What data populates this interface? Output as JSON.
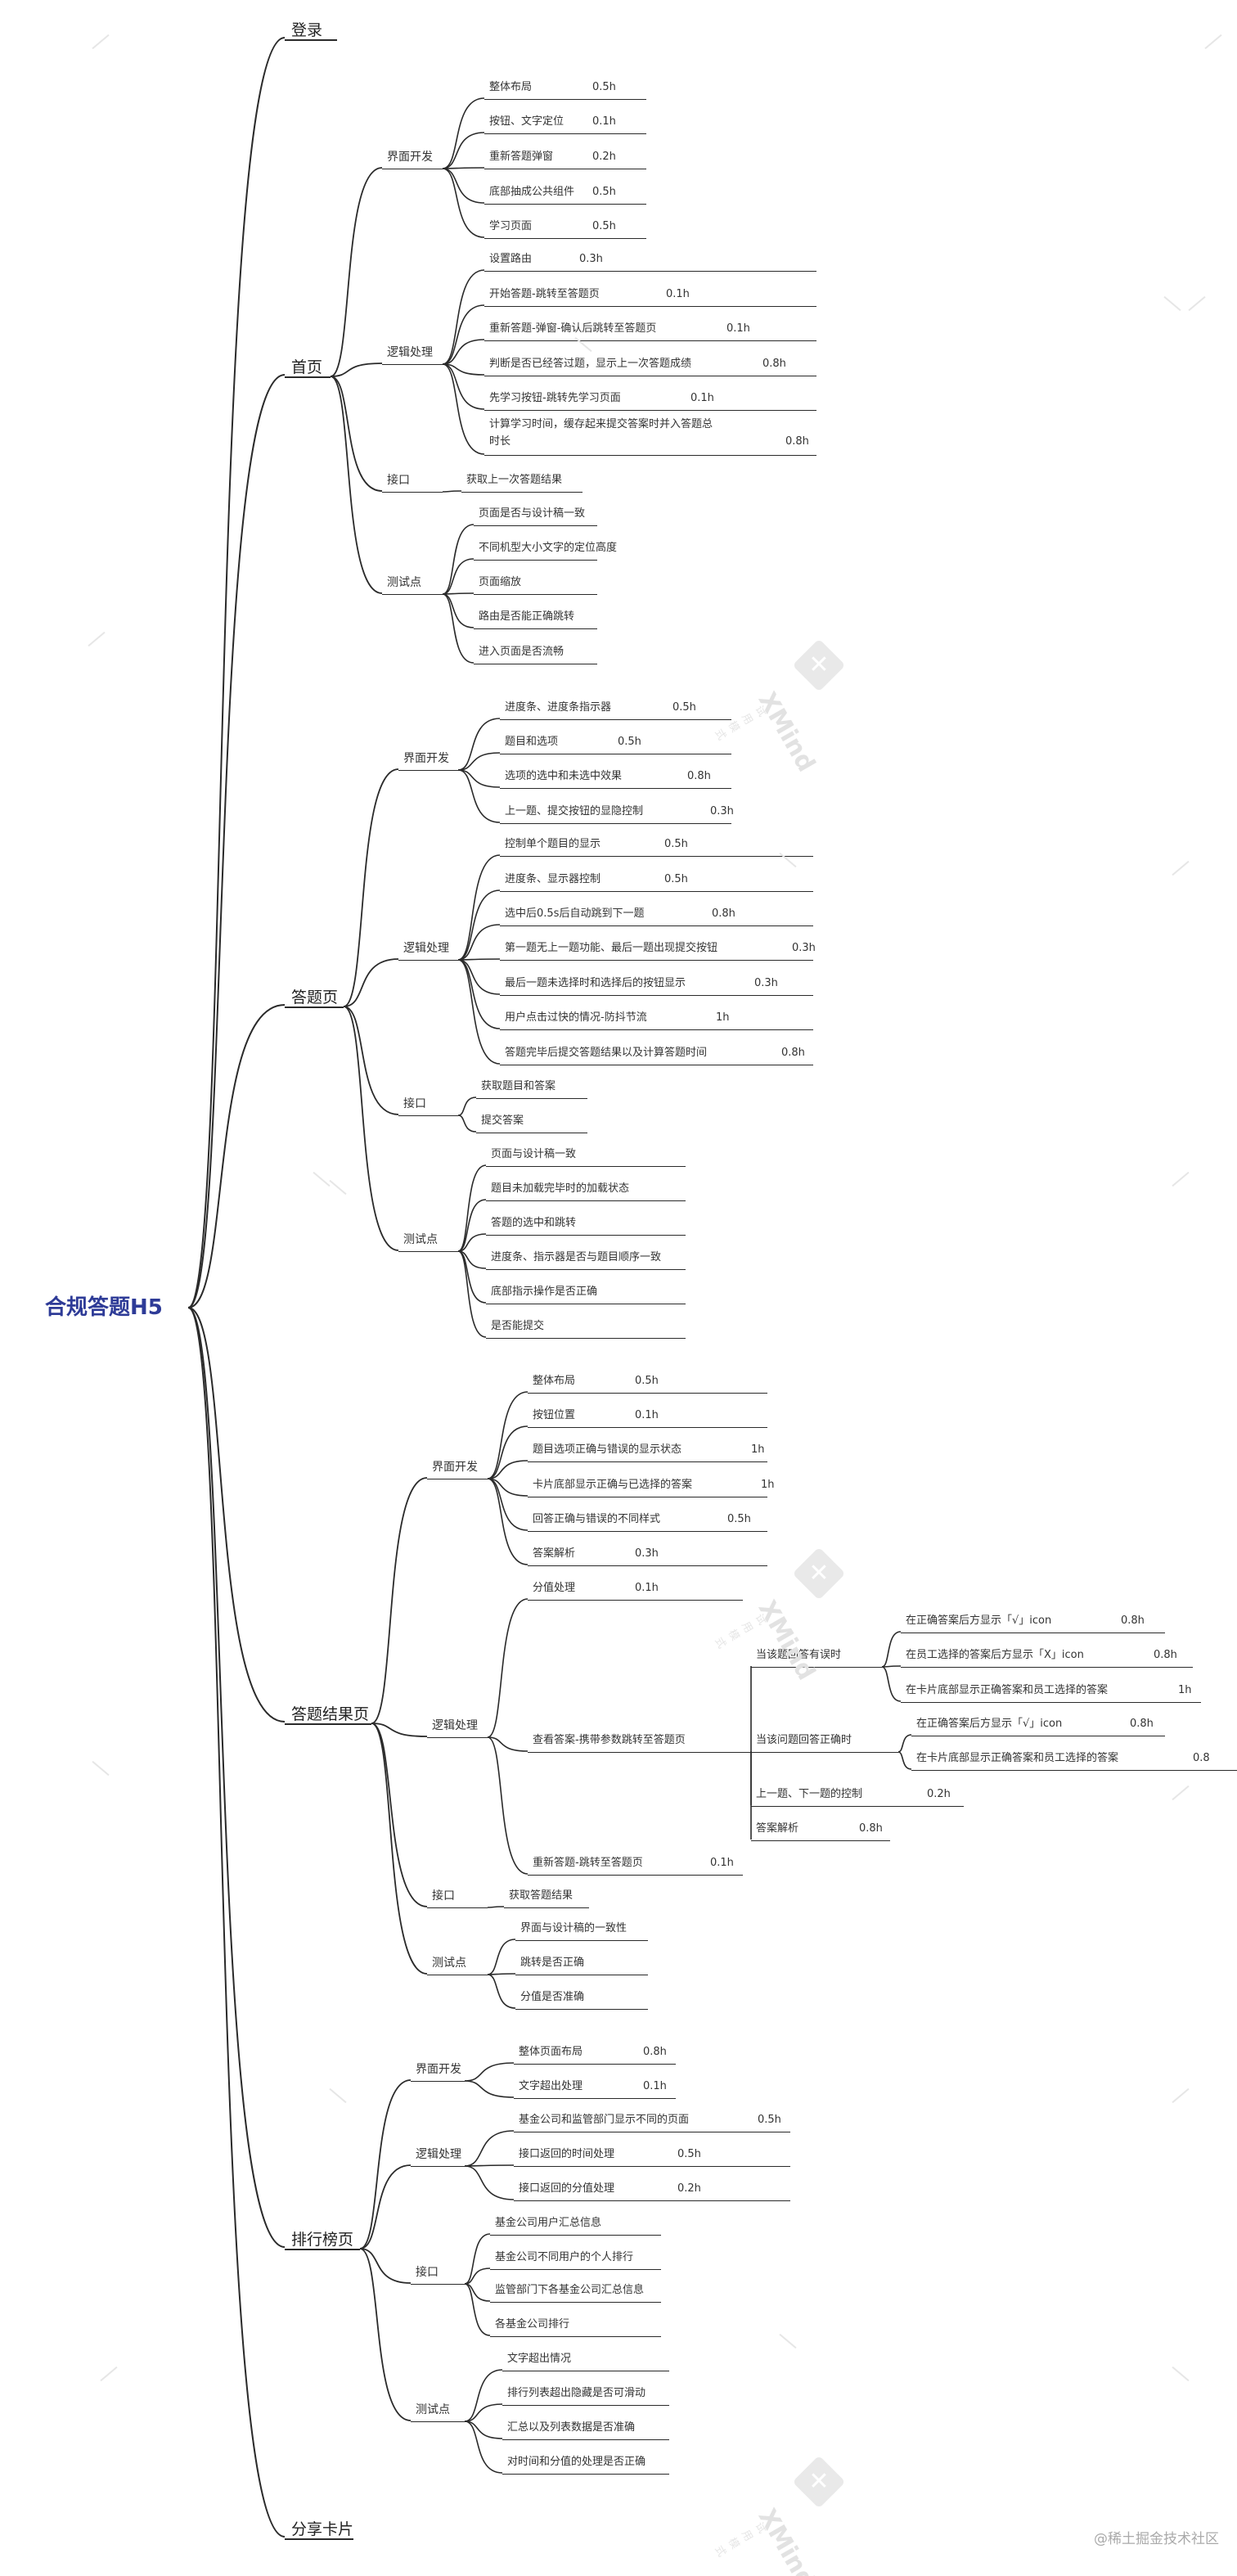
{
  "root": "合规答题H5",
  "watermark": {
    "text": "XMind",
    "sub": "试用模式"
  },
  "footer": "@稀土掘金技术社区",
  "colors": {
    "root": "#2e3b97",
    "line": "#2a2a2a",
    "text": "#333333",
    "watermark": "#e2e2e2"
  },
  "sections": [
    {
      "label": "登录",
      "groups": []
    },
    {
      "label": "首页",
      "groups": [
        {
          "label": "界面开发",
          "items": [
            {
              "label": "整体布局",
              "est": "0.5h"
            },
            {
              "label": "按钮、文字定位",
              "est": "0.1h"
            },
            {
              "label": "重新答题弹窗",
              "est": "0.2h"
            },
            {
              "label": "底部抽成公共组件",
              "est": "0.5h"
            },
            {
              "label": "学习页面",
              "est": "0.5h"
            }
          ]
        },
        {
          "label": "逻辑处理",
          "items": [
            {
              "label": "设置路由",
              "est": "0.3h"
            },
            {
              "label": "开始答题-跳转至答题页",
              "est": "0.1h"
            },
            {
              "label": "重新答题-弹窗-确认后跳转至答题页",
              "est": "0.1h"
            },
            {
              "label": "判断是否已经答过题，显示上一次答题成绩",
              "est": "0.8h"
            },
            {
              "label": "先学习按钮-跳转先学习页面",
              "est": "0.1h"
            },
            {
              "label": "计算学习时间，缓存起来提交答案时并入答题总",
              "label2": "时长",
              "est": "0.8h"
            }
          ]
        },
        {
          "label": "接口",
          "items": [
            {
              "label": "获取上一次答题结果",
              "est": ""
            }
          ]
        },
        {
          "label": "测试点",
          "items": [
            {
              "label": "页面是否与设计稿一致",
              "est": ""
            },
            {
              "label": "不同机型大小文字的定位高度",
              "est": ""
            },
            {
              "label": "页面缩放",
              "est": ""
            },
            {
              "label": "路由是否能正确跳转",
              "est": ""
            },
            {
              "label": "进入页面是否流畅",
              "est": ""
            }
          ]
        }
      ]
    },
    {
      "label": "答题页",
      "groups": [
        {
          "label": "界面开发",
          "items": [
            {
              "label": "进度条、进度条指示器",
              "est": "0.5h"
            },
            {
              "label": "题目和选项",
              "est": "0.5h"
            },
            {
              "label": "选项的选中和未选中效果",
              "est": "0.8h"
            },
            {
              "label": "上一题、提交按钮的显隐控制",
              "est": "0.3h"
            }
          ]
        },
        {
          "label": "逻辑处理",
          "items": [
            {
              "label": "控制单个题目的显示",
              "est": "0.5h"
            },
            {
              "label": "进度条、显示器控制",
              "est": "0.5h"
            },
            {
              "label": "选中后0.5s后自动跳到下一题",
              "est": "0.8h"
            },
            {
              "label": "第一题无上一题功能、最后一题出现提交按钮",
              "est": "0.3h"
            },
            {
              "label": "最后一题未选择时和选择后的按钮显示",
              "est": "0.3h"
            },
            {
              "label": "用户点击过快的情况-防抖节流",
              "est": "1h"
            },
            {
              "label": "答题完毕后提交答题结果以及计算答题时间",
              "est": "0.8h"
            }
          ]
        },
        {
          "label": "接口",
          "items": [
            {
              "label": "获取题目和答案",
              "est": ""
            },
            {
              "label": "提交答案",
              "est": ""
            }
          ]
        },
        {
          "label": "测试点",
          "items": [
            {
              "label": "页面与设计稿一致",
              "est": ""
            },
            {
              "label": "题目未加载完毕时的加载状态",
              "est": ""
            },
            {
              "label": "答题的选中和跳转",
              "est": ""
            },
            {
              "label": "进度条、指示器是否与题目顺序一致",
              "est": ""
            },
            {
              "label": "底部指示操作是否正确",
              "est": ""
            },
            {
              "label": "是否能提交",
              "est": ""
            }
          ]
        }
      ]
    },
    {
      "label": "答题结果页",
      "groups": [
        {
          "label": "界面开发",
          "items": [
            {
              "label": "整体布局",
              "est": "0.5h"
            },
            {
              "label": "按钮位置",
              "est": "0.1h"
            },
            {
              "label": "题目选项正确与错误的显示状态",
              "est": "1h"
            },
            {
              "label": "卡片底部显示正确与已选择的答案",
              "est": "1h"
            },
            {
              "label": "回答正确与错误的不同样式",
              "est": "0.5h"
            },
            {
              "label": "答案解析",
              "est": "0.3h"
            }
          ]
        },
        {
          "label": "逻辑处理",
          "items": [
            {
              "label": "分值处理",
              "est": "0.1h"
            },
            {
              "label": "查看答案-携带参数跳转至答题页",
              "est": "",
              "children": [
                {
                  "label": "当该题回答有误时",
                  "est": "",
                  "children": [
                    {
                      "label": "在正确答案后方显示「√」icon",
                      "est": "0.8h"
                    },
                    {
                      "label": "在员工选择的答案后方显示「X」icon",
                      "est": "0.8h"
                    },
                    {
                      "label": "在卡片底部显示正确答案和员工选择的答案",
                      "est": "1h"
                    }
                  ]
                },
                {
                  "label": "当该问题回答正确时",
                  "est": "",
                  "children": [
                    {
                      "label": "在正确答案后方显示「√」icon",
                      "est": "0.8h"
                    },
                    {
                      "label": "在卡片底部显示正确答案和员工选择的答案",
                      "est": "0.8"
                    }
                  ]
                },
                {
                  "label": "上一题、下一题的控制",
                  "est": "0.2h"
                },
                {
                  "label": "答案解析",
                  "est": "0.8h"
                }
              ]
            },
            {
              "label": "重新答题-跳转至答题页",
              "est": "0.1h"
            }
          ]
        },
        {
          "label": "接口",
          "items": [
            {
              "label": "获取答题结果",
              "est": ""
            }
          ]
        },
        {
          "label": "测试点",
          "items": [
            {
              "label": "界面与设计稿的一致性",
              "est": ""
            },
            {
              "label": "跳转是否正确",
              "est": ""
            },
            {
              "label": "分值是否准确",
              "est": ""
            }
          ]
        }
      ]
    },
    {
      "label": "排行榜页",
      "groups": [
        {
          "label": "界面开发",
          "items": [
            {
              "label": "整体页面布局",
              "est": "0.8h"
            },
            {
              "label": "文字超出处理",
              "est": "0.1h"
            }
          ]
        },
        {
          "label": "逻辑处理",
          "items": [
            {
              "label": "基金公司和监管部门显示不同的页面",
              "est": "0.5h"
            },
            {
              "label": "接口返回的时间处理",
              "est": "0.5h"
            },
            {
              "label": "接口返回的分值处理",
              "est": "0.2h"
            }
          ]
        },
        {
          "label": "接口",
          "items": [
            {
              "label": "基金公司用户汇总信息",
              "est": ""
            },
            {
              "label": "基金公司不同用户的个人排行",
              "est": ""
            },
            {
              "label": "监管部门下各基金公司汇总信息",
              "est": ""
            },
            {
              "label": "各基金公司排行",
              "est": ""
            }
          ]
        },
        {
          "label": "测试点",
          "items": [
            {
              "label": "文字超出情况",
              "est": ""
            },
            {
              "label": "排行列表超出隐藏是否可滑动",
              "est": ""
            },
            {
              "label": "汇总以及列表数据是否准确",
              "est": ""
            },
            {
              "label": "对时间和分值的处理是否正确",
              "est": ""
            }
          ]
        }
      ]
    },
    {
      "label": "分享卡片",
      "groups": []
    }
  ]
}
